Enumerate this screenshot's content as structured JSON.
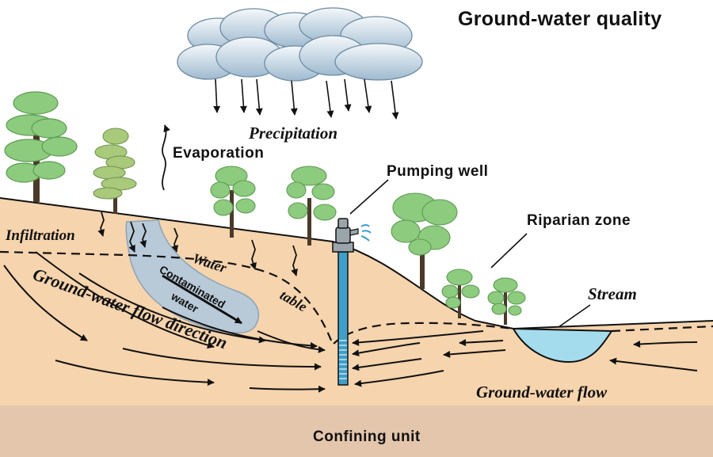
{
  "title": "Ground-water quality",
  "labels": {
    "precipitation": "Precipitation",
    "evaporation": "Evaporation",
    "pumping_well": "Pumping well",
    "riparian_zone": "Riparian zone",
    "stream": "Stream",
    "infiltration": "Infiltration",
    "water": "Water",
    "table": "table",
    "contaminated": "Contaminated",
    "contaminated_water": "water",
    "gw_flow_direction": "Ground-water flow direction",
    "gw_flow": "Ground-water flow",
    "confining_unit": "Confining unit"
  },
  "colors": {
    "soil": "#f6d4ad",
    "confining": "#e4c6ac",
    "water": "#a4dced",
    "contaminant": "#b8c9d8",
    "tree": "#8dcb7f",
    "well": "#3f9fc9",
    "cloud": "#c4d8e6"
  }
}
